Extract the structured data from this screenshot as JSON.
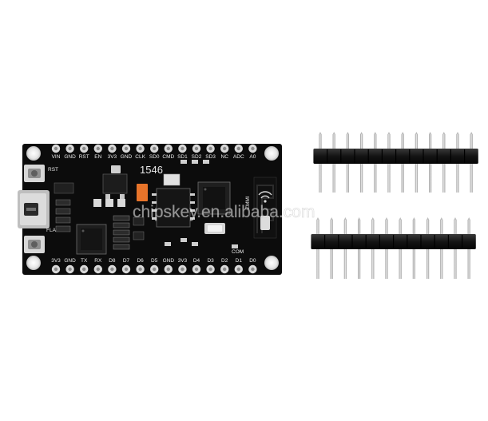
{
  "photo": {
    "subject": "nodemcu-dev-board-with-pin-headers",
    "watermark": "chipskey.en.alibaba.com",
    "colors": {
      "background": "#ffffff",
      "pcb": "#0c0c0c",
      "silkscreen": "#e8e8e8",
      "pin_metal": "#c9c9c9",
      "header_plastic": "#1a1a1a",
      "orange_part": "#e8742a"
    },
    "board": {
      "top_pin_labels": [
        "VIN",
        "GND",
        "RST",
        "EN",
        "3V3",
        "GND",
        "CLK",
        "SD0",
        "CMD",
        "SD1",
        "SD2",
        "SD3",
        "NC",
        "ADC",
        "A0"
      ],
      "bottom_pin_labels": [
        "3V3",
        "GND",
        "TX",
        "RX",
        "D8",
        "D7",
        "D6",
        "D5",
        "GND",
        "3V3",
        "D4",
        "D3",
        "D2",
        "D1",
        "D0"
      ],
      "date_code": "1546",
      "button_top_label": "RST",
      "button_bottom_label": "FLASH",
      "com_label": "COM",
      "antenna_marking": "ZMMI"
    },
    "header_strips": [
      {
        "name": "upper-header",
        "pins": 12
      },
      {
        "name": "lower-header",
        "pins": 12
      }
    ]
  }
}
